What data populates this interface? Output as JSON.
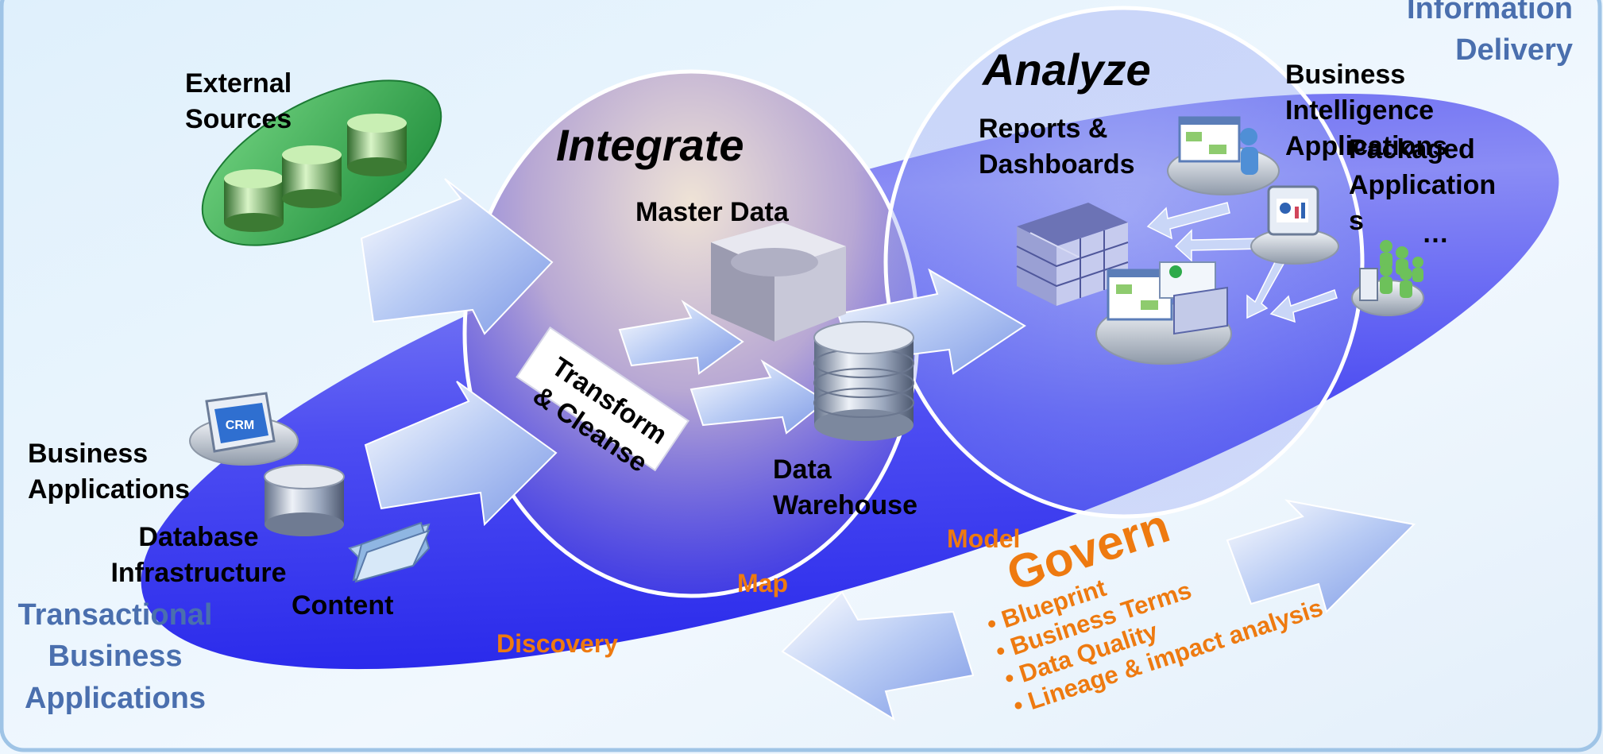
{
  "corner_label": "Information\nDelivery",
  "left_label": "Transactional\nBusiness\nApplications",
  "sources": {
    "external": "External\nSources",
    "business_apps": "Business\nApplications",
    "db_infra": "Database\nInfrastructure",
    "content": "Content"
  },
  "integrate": {
    "title": "Integrate",
    "master_data": "Master Data",
    "transform": "Transform\n& Cleanse",
    "data_warehouse": "Data\nWarehouse",
    "map": "Map",
    "discovery": "Discovery",
    "model": "Model"
  },
  "analyze": {
    "title": "Analyze",
    "reports": "Reports &\nDashboards",
    "bi_apps": "Business\nIntelligence\nApplications",
    "packaged": "Packaged\nApplication\ns",
    "ellipsis": "…"
  },
  "govern": {
    "title": "Govern",
    "bullets": [
      "• Blueprint",
      "• Business Terms",
      "• Data Quality",
      "• Lineage & impact analysis"
    ]
  },
  "crm_badge": "CRM",
  "colors": {
    "bg_light": "#eaf5fd",
    "ellipse_blue": "#3333ee",
    "steel_text": "#4a6fae",
    "orange": "#ee7a10",
    "green": "#2eaa4a"
  },
  "icons": [
    "green-disk-stack-icon",
    "crm-icon",
    "database-icon",
    "folder-icon",
    "cube-icon",
    "warehouse-cylinder-icon",
    "grid-cubes-icon",
    "dashboard-window-icon",
    "people-icon",
    "flow-arrow-icon"
  ]
}
